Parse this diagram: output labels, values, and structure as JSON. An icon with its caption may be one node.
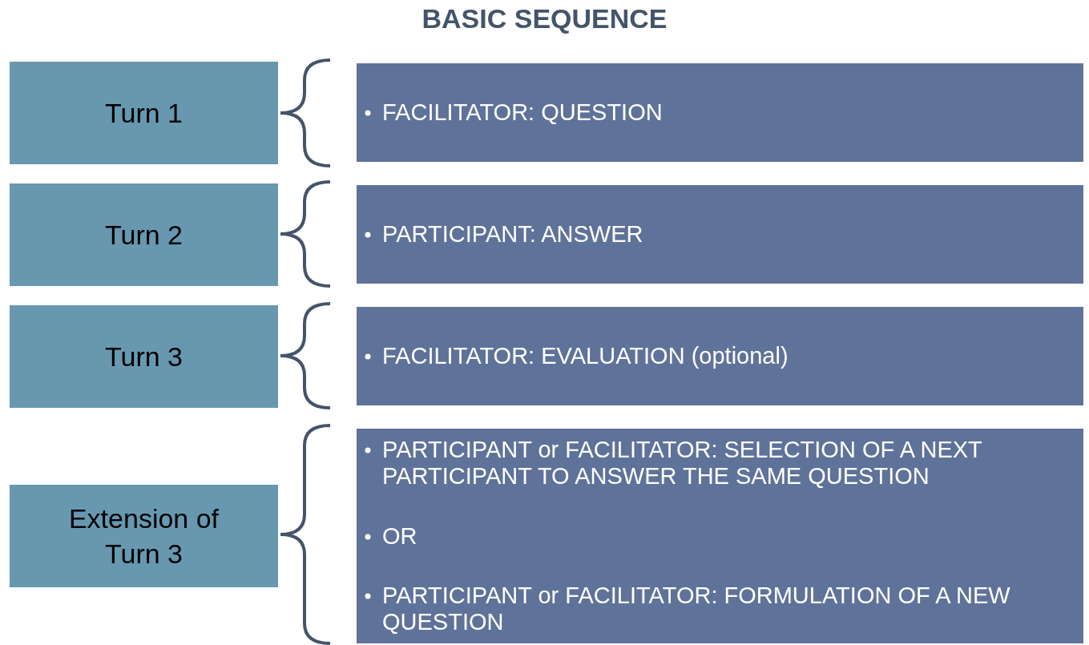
{
  "diagram": {
    "title": "BASIC SEQUENCE",
    "nodes": [
      {
        "text": [
          "Turn 1"
        ]
      },
      {
        "text": [
          "FACILITATOR: QUESTION"
        ]
      },
      {
        "text": [
          "Turn 2"
        ]
      },
      {
        "text": [
          "PARTICIPANT: ANSWER"
        ]
      },
      {
        "text": [
          "Turn 3"
        ]
      },
      {
        "text": [
          "FACILITATOR: EVALUATION (optional)"
        ]
      },
      {
        "text": [
          "Extension of Turn 3"
        ]
      },
      {
        "text": [
          "PARTICIPANT or FACILITATOR: SELECTION OF A NEXT PARTICIPANT TO ANSWER THE SAME QUESTION",
          "OR",
          "PARTICIPANT or FACILITATOR: FORMULATION OF A NEW QUESTION"
        ]
      }
    ],
    "edges": []
  }
}
